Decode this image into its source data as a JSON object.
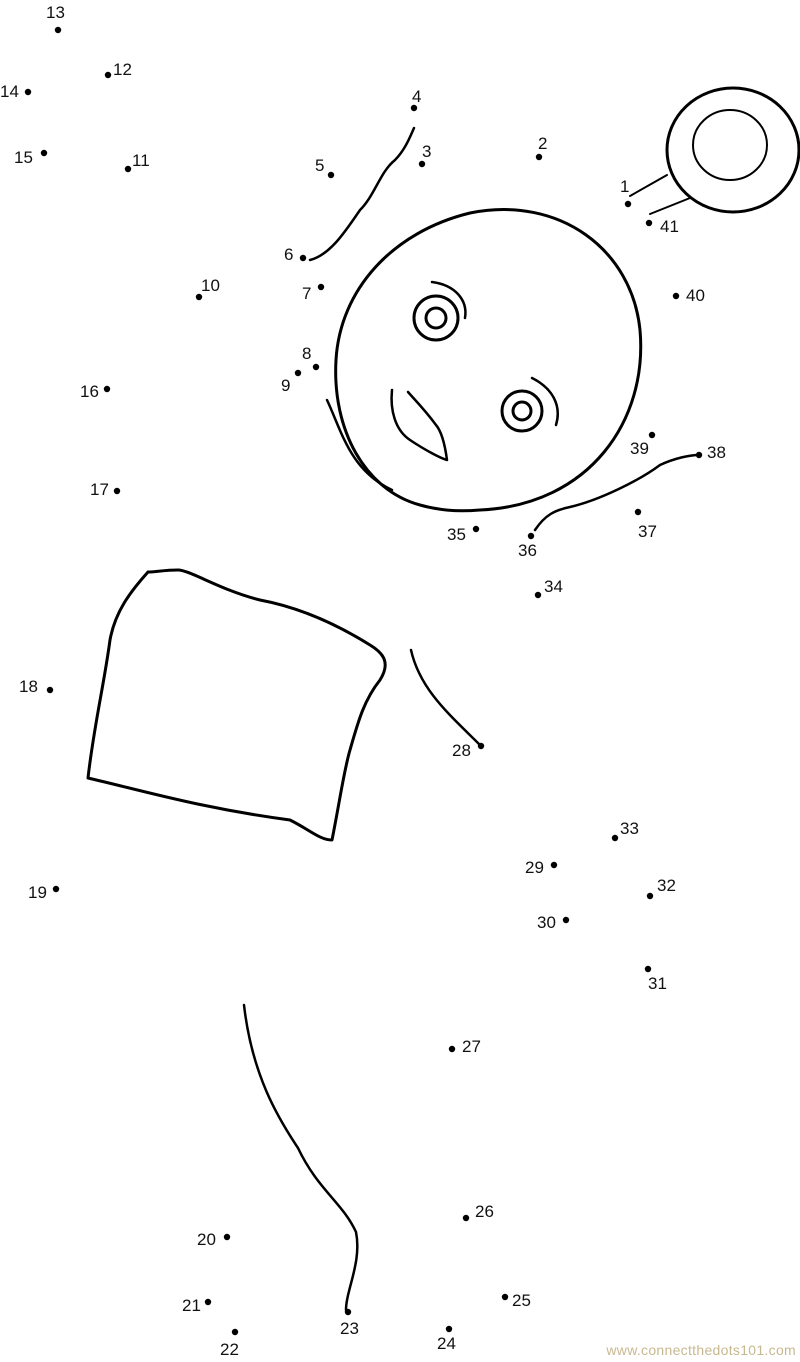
{
  "worksheet": {
    "dot_labels": [
      "1",
      "2",
      "3",
      "4",
      "5",
      "6",
      "7",
      "8",
      "9",
      "10",
      "11",
      "12",
      "13",
      "14",
      "15",
      "16",
      "17",
      "18",
      "19",
      "20",
      "21",
      "22",
      "23",
      "24",
      "25",
      "26",
      "27",
      "28",
      "29",
      "30",
      "31",
      "32",
      "33",
      "34",
      "35",
      "36",
      "37",
      "38",
      "39",
      "40",
      "41"
    ],
    "line_color": "#000000",
    "dot_color": "#000000"
  },
  "watermark": "www.connectthedots101.com"
}
